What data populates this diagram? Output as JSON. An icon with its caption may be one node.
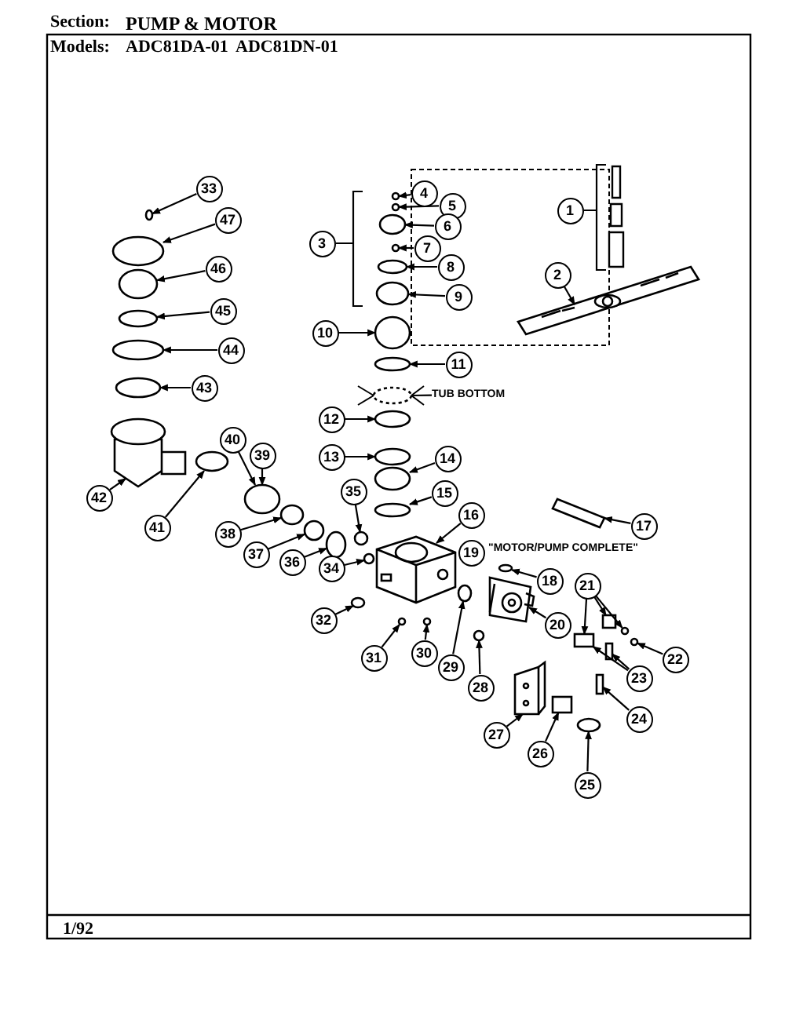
{
  "diagram": {
    "nodes": [
      {
        "text": [
          "1"
        ]
      },
      {
        "text": [
          "2"
        ]
      },
      {
        "text": [
          "3"
        ]
      },
      {
        "text": [
          "4"
        ]
      },
      {
        "text": [
          "5"
        ]
      },
      {
        "text": [
          "6"
        ]
      },
      {
        "text": [
          "7"
        ]
      },
      {
        "text": [
          "8"
        ]
      },
      {
        "text": [
          "9"
        ]
      },
      {
        "text": [
          "10"
        ]
      },
      {
        "text": [
          "11"
        ]
      },
      {
        "text": [
          "12"
        ]
      },
      {
        "text": [
          "13"
        ]
      },
      {
        "text": [
          "14"
        ]
      },
      {
        "text": [
          "15"
        ]
      },
      {
        "text": [
          "16"
        ]
      },
      {
        "text": [
          "17"
        ]
      },
      {
        "text": [
          "18"
        ]
      },
      {
        "text": [
          "19"
        ],
        "beside": [
          "\"MOTOR/PUMP COMPLETE\""
        ]
      },
      {
        "text": [
          "20"
        ]
      },
      {
        "text": [
          "21"
        ]
      },
      {
        "text": [
          "22"
        ]
      },
      {
        "text": [
          "23"
        ]
      },
      {
        "text": [
          "24"
        ]
      },
      {
        "text": [
          "25"
        ]
      },
      {
        "text": [
          "26"
        ]
      },
      {
        "text": [
          "27"
        ]
      },
      {
        "text": [
          "28"
        ]
      },
      {
        "text": [
          "29"
        ]
      },
      {
        "text": [
          "30"
        ]
      },
      {
        "text": [
          "31"
        ]
      },
      {
        "text": [
          "32"
        ]
      },
      {
        "text": [
          "33"
        ]
      },
      {
        "text": [
          "34"
        ]
      },
      {
        "text": [
          "35"
        ]
      },
      {
        "text": [
          "36"
        ]
      },
      {
        "text": [
          "37"
        ]
      },
      {
        "text": [
          "38"
        ]
      },
      {
        "text": [
          "39"
        ]
      },
      {
        "text": [
          "40"
        ]
      },
      {
        "text": [
          "41"
        ]
      },
      {
        "text": [
          "42"
        ]
      },
      {
        "text": [
          "43"
        ]
      },
      {
        "text": [
          "44"
        ]
      },
      {
        "text": [
          "45"
        ]
      },
      {
        "text": [
          "46"
        ]
      },
      {
        "text": [
          "47"
        ]
      },
      {
        "text": [
          "TUB BOTTOM"
        ]
      },
      {
        "text": [],
        "shape": "picture"
      },
      {
        "text": [],
        "shape": "circle"
      },
      {
        "text": [],
        "shape": "circle"
      },
      {
        "text": [],
        "shape": "circle"
      },
      {
        "text": [],
        "shape": "circle"
      },
      {
        "text": [],
        "shape": "circle"
      },
      {
        "text": [],
        "shape": "circle"
      },
      {
        "text": [],
        "shape": "circle"
      },
      {
        "text": [],
        "shape": "circle"
      },
      {
        "text": [],
        "shape": "circle"
      },
      {
        "text": [],
        "shape": "circle"
      },
      {
        "text": [],
        "shape": "circle"
      },
      {
        "text": [],
        "shape": "circle"
      },
      {
        "text": [],
        "shape": "circle"
      },
      {
        "text": [],
        "shape": "picture"
      },
      {
        "text": [],
        "shape": "bar"
      },
      {
        "text": [],
        "shape": "circle"
      },
      {
        "text": [],
        "shape": "picture"
      },
      {
        "text": [],
        "shape": "box"
      },
      {
        "text": [],
        "shape": "box"
      },
      {
        "text": [],
        "shape": "circle"
      },
      {
        "text": [],
        "shape": "circle"
      },
      {
        "text": [],
        "shape": "box"
      },
      {
        "text": [],
        "shape": "box"
      },
      {
        "text": [],
        "shape": "circle"
      },
      {
        "text": [],
        "shape": "box"
      },
      {
        "text": [],
        "shape": "picture"
      },
      {
        "text": [],
        "shape": "circle"
      },
      {
        "text": [],
        "shape": "circle"
      },
      {
        "text": [],
        "shape": "circle"
      },
      {
        "text": [],
        "shape": "circle"
      },
      {
        "text": [],
        "shape": "circle"
      },
      {
        "text": [],
        "shape": "circle"
      },
      {
        "text": [],
        "shape": "circle"
      },
      {
        "text": [],
        "shape": "circle"
      },
      {
        "text": [],
        "shape": "circle"
      },
      {
        "text": [],
        "shape": "circle"
      },
      {
        "text": [],
        "shape": "circle"
      },
      {
        "text": [],
        "shape": "circle"
      },
      {
        "text": [],
        "shape": "circle"
      },
      {
        "text": [],
        "shape": "picture"
      },
      {
        "text": [],
        "shape": "circle"
      },
      {
        "text": [],
        "shape": "circle"
      },
      {
        "text": [],
        "shape": "circle"
      },
      {
        "text": [],
        "shape": "circle"
      },
      {
        "text": [],
        "shape": "circle"
      }
    ],
    "edges": [
      {
        "from": 1,
        "to": 48,
        "arrow": "to"
      },
      {
        "from": 3,
        "to": 49,
        "arrow": "to"
      },
      {
        "from": 4,
        "to": 50,
        "arrow": "to"
      },
      {
        "from": 5,
        "to": 51,
        "arrow": "to"
      },
      {
        "from": 6,
        "to": 52,
        "arrow": "to"
      },
      {
        "from": 7,
        "to": 53,
        "arrow": "to"
      },
      {
        "from": 8,
        "to": 54,
        "arrow": "to"
      },
      {
        "from": 9,
        "to": 55,
        "arrow": "to"
      },
      {
        "from": 10,
        "to": 56,
        "arrow": "to"
      },
      {
        "from": 11,
        "to": 58,
        "arrow": "to"
      },
      {
        "from": 12,
        "to": 59,
        "arrow": "to"
      },
      {
        "from": 13,
        "to": 60,
        "arrow": "to"
      },
      {
        "from": 14,
        "to": 61,
        "arrow": "to"
      },
      {
        "from": 15,
        "to": 62,
        "arrow": "to"
      },
      {
        "from": 16,
        "to": 63,
        "arrow": "to"
      },
      {
        "from": 17,
        "to": 64,
        "arrow": "to"
      },
      {
        "from": 19,
        "to": 65,
        "arrow": "to"
      },
      {
        "from": 20,
        "to": 66,
        "arrow": "to"
      },
      {
        "from": 20,
        "to": 67,
        "arrow": "to"
      },
      {
        "from": 20,
        "to": 68,
        "arrow": "to"
      },
      {
        "from": 21,
        "to": 69,
        "arrow": "to"
      },
      {
        "from": 22,
        "to": 66,
        "arrow": "to"
      },
      {
        "from": 22,
        "to": 70,
        "arrow": "to"
      },
      {
        "from": 23,
        "to": 71,
        "arrow": "to"
      },
      {
        "from": 24,
        "to": 72,
        "arrow": "to"
      },
      {
        "from": 25,
        "to": 73,
        "arrow": "to"
      },
      {
        "from": 26,
        "to": 74,
        "arrow": "to"
      },
      {
        "from": 27,
        "to": 75,
        "arrow": "to"
      },
      {
        "from": 28,
        "to": 76,
        "arrow": "to"
      },
      {
        "from": 29,
        "to": 77,
        "arrow": "to"
      },
      {
        "from": 30,
        "to": 78,
        "arrow": "to"
      },
      {
        "from": 31,
        "to": 79,
        "arrow": "to"
      },
      {
        "from": 32,
        "to": 80,
        "arrow": "to"
      },
      {
        "from": 33,
        "to": 81,
        "arrow": "to"
      },
      {
        "from": 34,
        "to": 82,
        "arrow": "to"
      },
      {
        "from": 35,
        "to": 83,
        "arrow": "to"
      },
      {
        "from": 36,
        "to": 84,
        "arrow": "to"
      },
      {
        "from": 37,
        "to": 85,
        "arrow": "to"
      },
      {
        "from": 38,
        "to": 86,
        "arrow": "to"
      },
      {
        "from": 39,
        "to": 86,
        "arrow": "to"
      },
      {
        "from": 40,
        "to": 87,
        "arrow": "to"
      },
      {
        "from": 41,
        "to": 88,
        "arrow": "to"
      },
      {
        "from": 42,
        "to": 89,
        "arrow": "to"
      },
      {
        "from": 43,
        "to": 90,
        "arrow": "to"
      },
      {
        "from": 44,
        "to": 91,
        "arrow": "to"
      },
      {
        "from": 45,
        "to": 92,
        "arrow": "to"
      },
      {
        "from": 46,
        "to": 93,
        "arrow": "to"
      },
      {
        "from": 47,
        "to": 57,
        "arrow": "none"
      }
    ],
    "labels": [
      "Section:",
      "PUMP & MOTOR",
      "Models:",
      "ADC81DA-01",
      "ADC81DN-01",
      "1/92"
    ]
  }
}
